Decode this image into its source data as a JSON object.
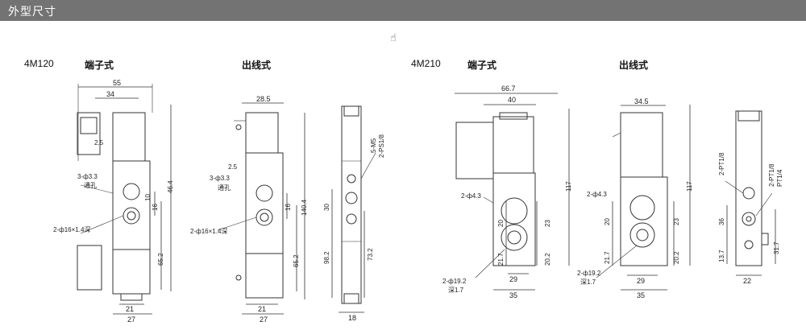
{
  "header": {
    "title": "外型尺寸"
  },
  "cursor": {
    "icon": "hand-pointer-icon"
  },
  "left": {
    "model": "4M120",
    "terminal_label": "端子式",
    "outlet_label": "出线式",
    "dims": {
      "w55": "55",
      "w34": "34",
      "d25a": "2.5",
      "holes": "3-ф3.3",
      "through": "通孔",
      "h46": "46.4",
      "d16": "16",
      "d10": "10",
      "bores": "2-ф16×1.4深",
      "h65": "65.2",
      "b21": "21",
      "b27": "27",
      "w285": "28.5",
      "d25b": "2.5",
      "holes2": "3-ф3.3",
      "through2": "通孔",
      "h140": "140.4",
      "d16b": "16",
      "bores2": "2-ф16×1.4深",
      "h652": "65.2",
      "b21b": "21",
      "b27b": "27",
      "v30": "30",
      "v982": "98.2",
      "v732": "73.2",
      "port1": "5-M5",
      "port2": "2-PS1/8",
      "b18": "18"
    }
  },
  "right": {
    "model": "4M210",
    "terminal_label": "端子式",
    "outlet_label": "出线式",
    "dims": {
      "w667": "66.7",
      "w40": "40",
      "h117": "117",
      "hole43": "2-ф4.3",
      "d20": "20",
      "d23": "23",
      "d217": "21.7",
      "d202": "20.2",
      "bore192": "2-ф19.2",
      "deep17": "深1.7",
      "b29": "29",
      "b35": "35",
      "w345": "34.5",
      "h117b": "117",
      "hole43b": "2-ф4.3",
      "d20b": "20",
      "d23b": "23",
      "d217b": "21.7",
      "d202b": "20.2",
      "bore192b": "2-ф19.2",
      "deep17b": "深1.7",
      "b29b": "29",
      "b35b": "35",
      "pt18": "2-PT1/8",
      "pt18b": "2-PT1/8",
      "pt14": "PT1/4",
      "v36": "36",
      "v137": "13.7",
      "v317": "31.7",
      "b22": "22"
    }
  }
}
